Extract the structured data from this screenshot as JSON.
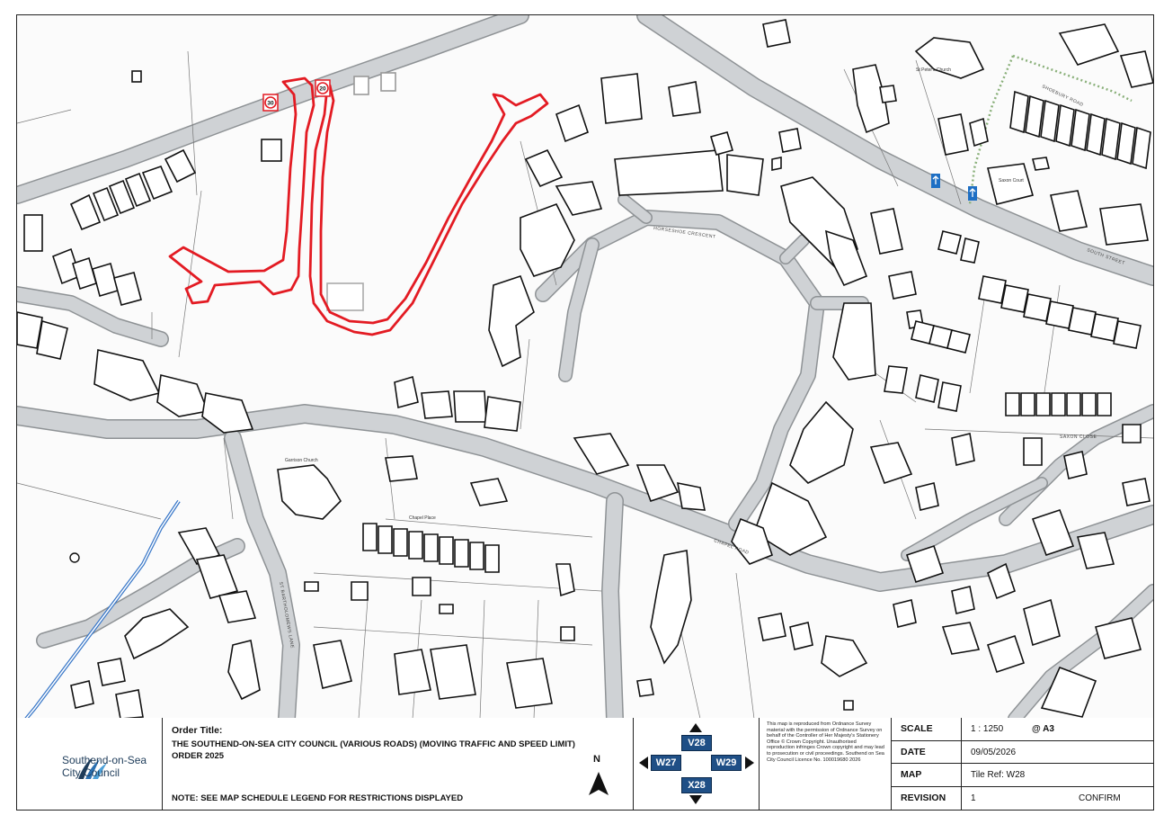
{
  "map": {
    "street_labels": {
      "st_peters_church": "St Peter's Church",
      "saxon_court": "Saxon Court",
      "garrison_church": "Garrison Church",
      "chapel_place": "Chapel Place",
      "south_street": "SOUTH STREET",
      "chapel_road": "CHAPEL ROAD",
      "horseshoe_crescent": "HORSESHOE CRESCENT",
      "saxon_close": "SAXON CLOSE",
      "st_bartholomews_lane": "ST BARTHOLOMEWS LANE",
      "shoebury_road": "SHOEBURY ROAD"
    },
    "speed_signs": [
      "30",
      "20"
    ],
    "boundary_color": "#e31b23",
    "road_color": "#cfd2d5",
    "parking_color": "#1e6fc4"
  },
  "title_block": {
    "logo": {
      "line1": "Southend-on-Sea",
      "line2": "City Council"
    },
    "order_label": "Order Title:",
    "order_text": "THE SOUTHEND-ON-SEA CITY COUNCIL (VARIOUS ROADS) (MOVING TRAFFIC AND SPEED LIMIT) ORDER 2025",
    "note": "NOTE: SEE MAP SCHEDULE LEGEND FOR RESTRICTIONS DISPLAYED",
    "north": "N",
    "tiles": {
      "up": "V28",
      "left": "W27",
      "right": "W29",
      "down": "X28"
    },
    "copyright": "This map is reproduced from Ordnance Survey material with the permission of Ordnance Survey on behalf of the Controller of Her Majesty's Stationery Office © Crown Copyright. Unauthorised reproduction infringes Crown copyright and may lead to prosecution or civil proceedings. Southend on Sea City Council Licence No. 100019680 2026",
    "scale_label": "SCALE",
    "scale_value": "1 : 1250",
    "paper_size": "@ A3",
    "date_label": "DATE",
    "date_value": "09/05/2026",
    "map_label": "MAP",
    "map_value": "Tile Ref:  W28",
    "revision_label": "REVISION",
    "revision_value": "1",
    "status": "CONFIRM"
  }
}
